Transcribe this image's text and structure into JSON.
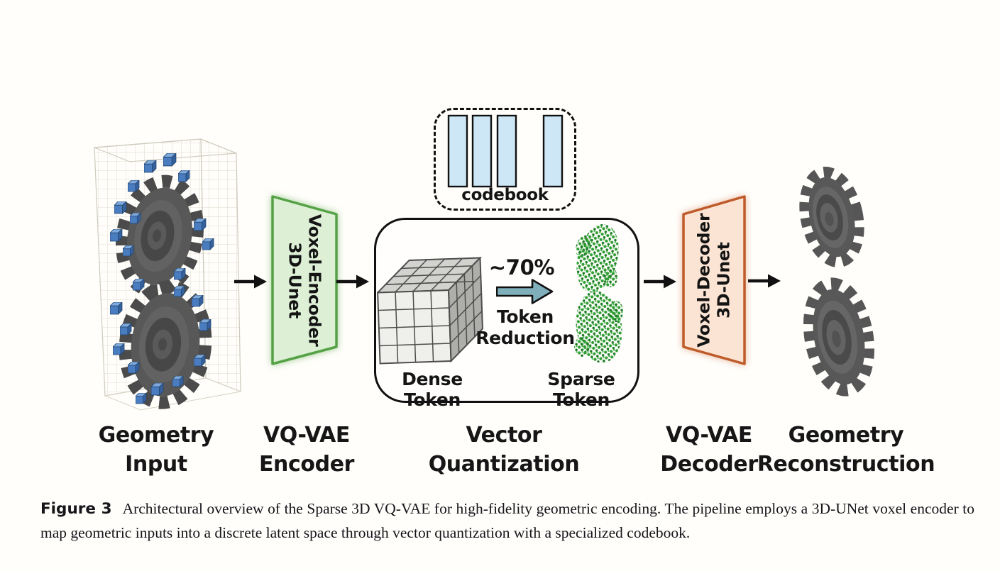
{
  "colors": {
    "encoder_fill": "#ddf0d6",
    "encoder_border": "#55a246",
    "decoder_fill": "#fbe4d3",
    "decoder_border": "#bf5b2a",
    "codebook_bar_fill": "#cde7f6",
    "reduction_arrow_fill": "#7fafba",
    "voxel_blue": "#4a7cc0",
    "gear_gray": "#585858",
    "point_green": "#2f9e33"
  },
  "diagram": {
    "codebook": {
      "label": "codebook"
    },
    "encoder": {
      "line1": "Voxel-Encoder",
      "line2": "3D-Unet"
    },
    "decoder": {
      "line1": "Voxel-Decoder",
      "line2": "3D-Unet"
    },
    "vq": {
      "dense_label": "Dense Token",
      "sparse_label": "Sparse Token",
      "reduction_percent": "~70%",
      "reduction_line1": "Token",
      "reduction_line2": "Reduction"
    },
    "stage_labels": [
      {
        "line1": "Geometry",
        "line2": "Input"
      },
      {
        "line1": "VQ-VAE",
        "line2": "Encoder"
      },
      {
        "line1": "Vector",
        "line2": "Quantization"
      },
      {
        "line1": "VQ-VAE",
        "line2": "Decoder"
      },
      {
        "line1": "Geometry",
        "line2": "Reconstruction"
      }
    ]
  },
  "caption": {
    "tag": "Figure 3",
    "text": "Architectural overview of the Sparse 3D VQ-VAE for high-fidelity geometric encoding. The pipeline employs a 3D-UNet voxel encoder to map geometric inputs into a discrete latent space through vector quantization with a specialized codebook."
  }
}
